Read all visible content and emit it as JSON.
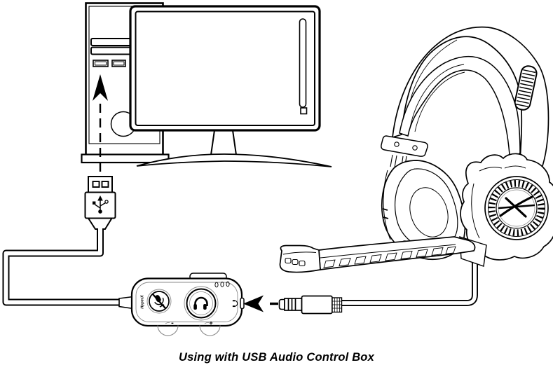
{
  "caption": "Using with USB Audio Control Box",
  "colors": {
    "line": "#000000",
    "background": "#ffffff",
    "detail_gray": "#8a8a8a"
  },
  "computer": {
    "parts": [
      "pc-tower",
      "monitor",
      "drive-bays",
      "usb-ports",
      "power-button"
    ],
    "up_arrow_icon": "arrow-up-icon"
  },
  "usb_plug": {
    "icon": "usb-trident-icon"
  },
  "control_box": {
    "brand_label": "HyperX",
    "volume_down_label": "-",
    "volume_up_label": "+",
    "led_count": 3,
    "buttons": [
      "mic-mute-button",
      "surround-sound-button"
    ],
    "icons": [
      "mic-mute-icon",
      "headphone-icon",
      "headset-jack-icon"
    ]
  },
  "jack": {
    "type": "3.5mm-plug",
    "arrow_icon": "arrow-left-icon"
  },
  "headset": {
    "parts": [
      "headband-frame",
      "suspension-strap",
      "slider-grip",
      "hinge-bracket",
      "far-ear-cup",
      "near-ear-cup",
      "ear-cup-plate",
      "mic-boom",
      "mic-capsule"
    ],
    "logo_icon": "hyperx-hx-logo"
  }
}
